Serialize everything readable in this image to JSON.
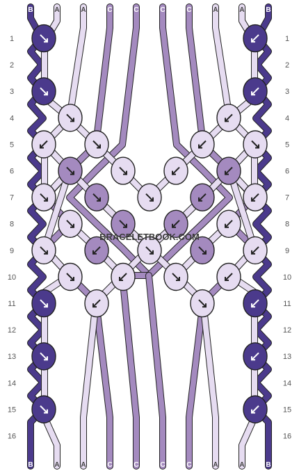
{
  "watermark": "BRACELETBOOK.COM",
  "strings_top": [
    "B",
    "A",
    "A",
    "C",
    "C",
    "C",
    "C",
    "A",
    "A",
    "B"
  ],
  "strings_bottom": [
    "B",
    "A",
    "A",
    "C",
    "C",
    "C",
    "C",
    "A",
    "A",
    "B"
  ],
  "row_numbers": [
    "1",
    "2",
    "3",
    "4",
    "5",
    "6",
    "7",
    "8",
    "9",
    "10",
    "11",
    "12",
    "13",
    "14",
    "15",
    "16"
  ],
  "colors": {
    "A": "#e6dcf1",
    "B": "#4b3a8c",
    "C": "#a48abf",
    "outline": "#222222",
    "label_text_dark": "#ffffff",
    "label_text_light": "#444444"
  },
  "knots": [
    {
      "row": 1,
      "col": 1,
      "color": "B",
      "dir": "se"
    },
    {
      "row": 1,
      "col": 9,
      "color": "B",
      "dir": "sw"
    },
    {
      "row": 3,
      "col": 1,
      "color": "B",
      "dir": "se"
    },
    {
      "row": 3,
      "col": 9,
      "color": "B",
      "dir": "sw"
    },
    {
      "row": 4,
      "col": 2,
      "color": "A",
      "dir": "se"
    },
    {
      "row": 4,
      "col": 8,
      "color": "A",
      "dir": "sw"
    },
    {
      "row": 5,
      "col": 1,
      "color": "A",
      "dir": "sw"
    },
    {
      "row": 5,
      "col": 3,
      "color": "A",
      "dir": "se"
    },
    {
      "row": 5,
      "col": 7,
      "color": "A",
      "dir": "sw"
    },
    {
      "row": 5,
      "col": 9,
      "color": "A",
      "dir": "se"
    },
    {
      "row": 6,
      "col": 2,
      "color": "C",
      "dir": "se"
    },
    {
      "row": 6,
      "col": 4,
      "color": "A",
      "dir": "se"
    },
    {
      "row": 6,
      "col": 6,
      "color": "A",
      "dir": "sw"
    },
    {
      "row": 6,
      "col": 8,
      "color": "C",
      "dir": "sw"
    },
    {
      "row": 7,
      "col": 1,
      "color": "A",
      "dir": "se"
    },
    {
      "row": 7,
      "col": 3,
      "color": "C",
      "dir": "se"
    },
    {
      "row": 7,
      "col": 5,
      "color": "A",
      "dir": "se"
    },
    {
      "row": 7,
      "col": 7,
      "color": "C",
      "dir": "sw"
    },
    {
      "row": 7,
      "col": 9,
      "color": "A",
      "dir": "sw"
    },
    {
      "row": 8,
      "col": 2,
      "color": "A",
      "dir": "se"
    },
    {
      "row": 8,
      "col": 4,
      "color": "C",
      "dir": "se"
    },
    {
      "row": 8,
      "col": 6,
      "color": "C",
      "dir": "sw"
    },
    {
      "row": 8,
      "col": 8,
      "color": "A",
      "dir": "sw"
    },
    {
      "row": 9,
      "col": 1,
      "color": "A",
      "dir": "se"
    },
    {
      "row": 9,
      "col": 3,
      "color": "C",
      "dir": "sw"
    },
    {
      "row": 9,
      "col": 5,
      "color": "A",
      "dir": "se"
    },
    {
      "row": 9,
      "col": 7,
      "color": "C",
      "dir": "se"
    },
    {
      "row": 9,
      "col": 9,
      "color": "A",
      "dir": "sw"
    },
    {
      "row": 10,
      "col": 2,
      "color": "A",
      "dir": "se"
    },
    {
      "row": 10,
      "col": 4,
      "color": "A",
      "dir": "sw"
    },
    {
      "row": 10,
      "col": 6,
      "color": "A",
      "dir": "se"
    },
    {
      "row": 10,
      "col": 8,
      "color": "A",
      "dir": "sw"
    },
    {
      "row": 11,
      "col": 1,
      "color": "B",
      "dir": "se"
    },
    {
      "row": 11,
      "col": 3,
      "color": "A",
      "dir": "sw"
    },
    {
      "row": 11,
      "col": 7,
      "color": "A",
      "dir": "se"
    },
    {
      "row": 11,
      "col": 9,
      "color": "B",
      "dir": "sw"
    },
    {
      "row": 13,
      "col": 1,
      "color": "B",
      "dir": "se"
    },
    {
      "row": 13,
      "col": 9,
      "color": "B",
      "dir": "sw"
    },
    {
      "row": 15,
      "col": 1,
      "color": "B",
      "dir": "se"
    },
    {
      "row": 15,
      "col": 9,
      "color": "B",
      "dir": "sw"
    }
  ]
}
